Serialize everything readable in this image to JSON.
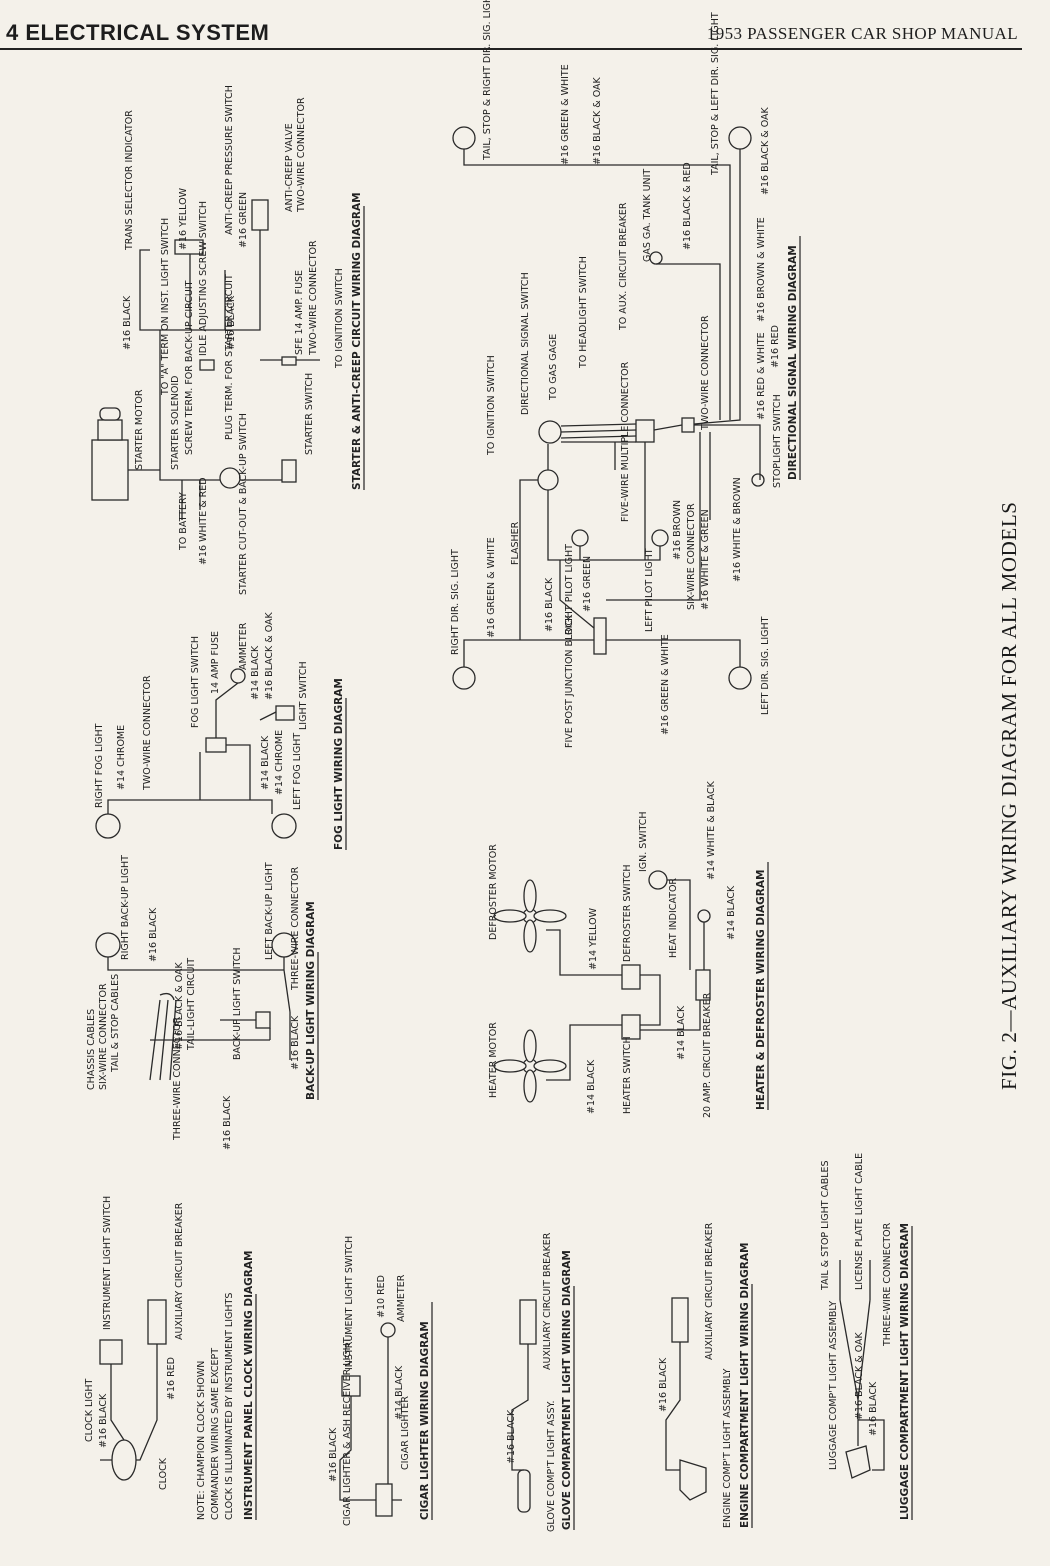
{
  "header": {
    "left": "4 ELECTRICAL SYSTEM",
    "right": "1953 PASSENGER CAR SHOP MANUAL"
  },
  "caption": "FIG. 2—AUXILIARY WIRING DIAGRAM FOR ALL MODELS",
  "diagrams": {
    "starter": {
      "title": "STARTER & ANTI-CREEP CIRCUIT WIRING DIAGRAM",
      "labels": [
        "TRANS SELECTOR INDICATOR",
        "ANTI-CREEP PRESSURE SWITCH",
        "ANTI-CREEP VALVE",
        "TWO-WIRE CONNECTOR",
        "#16 YELLOW",
        "#16 GREEN",
        "#16 BLACK",
        "TO \"A\" TERM ON INST. LIGHT SWITCH",
        "IDLE ADJUSTING SCREW SWITCH",
        "#16 BLACK",
        "SFE 14 AMP. FUSE",
        "TWO-WIRE CONNECTOR",
        "TO IGNITION SWITCH",
        "STARTER MOTOR",
        "STARTER SOLENOID",
        "SCREW TERM. FOR BACK-UP CIRCUIT",
        "PLUG TERM. FOR STARTER CIRCUIT",
        "STARTER SWITCH",
        "TO BATTERY",
        "#16 WHITE & RED",
        "STARTER CUT-OUT & BACK-UP SWITCH"
      ]
    },
    "directional": {
      "title": "DIRECTIONAL SIGNAL WIRING DIAGRAM",
      "labels": [
        "TAIL, STOP & RIGHT DIR. SIG. LIGHT",
        "#16 GREEN & WHITE",
        "#16 BLACK & OAK",
        "TAIL, STOP & LEFT DIR. SIG. LIGHT",
        "#16 BLACK & OAK",
        "GAS GA. TANK UNIT",
        "#16 BLACK & RED",
        "TO AUX. CIRCUIT BREAKER",
        "TO HEADLIGHT SWITCH",
        "TO GAS GAGE",
        "DIRECTIONAL SIGNAL SWITCH",
        "TO IGNITION SWITCH",
        "#16 BROWN & WHITE",
        "#16 RED",
        "TWO-WIRE CONNECTOR",
        "#16 RED & WHITE",
        "STOPLIGHT SWITCH",
        "FLASHER",
        "FIVE-WIRE MULTIPLE CONNECTOR",
        "#16 BROWN",
        "SIX-WIRE CONNECTOR",
        "#16 WHITE & GREEN",
        "#16 WHITE & BROWN",
        "RIGHT DIR. SIG. LIGHT",
        "#16 GREEN & WHITE",
        "#16 BLACK",
        "RIGHT PILOT LIGHT",
        "#16 GREEN",
        "LEFT PILOT LIGHT",
        "FIVE POST JUNCTION BLOCK",
        "#16 GREEN & WHITE",
        "LEFT DIR. SIG. LIGHT"
      ]
    },
    "fog": {
      "title": "FOG LIGHT WIRING DIAGRAM",
      "labels": [
        "RIGHT FOG LIGHT",
        "#14 CHROME",
        "TWO-WIRE CONNECTOR",
        "FOG LIGHT SWITCH",
        "14 AMP FUSE",
        "AMMETER",
        "#14 BLACK",
        "#16 BLACK & OAK",
        "LIGHT SWITCH",
        "#14 BLACK",
        "#14 CHROME",
        "LEFT FOG LIGHT"
      ]
    },
    "backup": {
      "title": "BACK-UP LIGHT WIRING DIAGRAM",
      "labels": [
        "RIGHT BACK-UP LIGHT",
        "#16 BLACK",
        "LEFT BACK-UP LIGHT",
        "THREE-WIRE CONNECTOR",
        "CHASSIS CABLES",
        "SIX-WIRE CONNECTOR",
        "TAIL & STOP CABLES",
        "#16 BLACK & OAK",
        "TAIL-LIGHT CIRCUIT",
        "BACK-UP LIGHT SWITCH",
        "#16 BLACK",
        "THREE-WIRE CONNECTOR",
        "#16 BLACK"
      ]
    },
    "heater": {
      "title": "HEATER & DEFROSTER WIRING DIAGRAM",
      "labels": [
        "DEFROSTER MOTOR",
        "IGN. SWITCH",
        "#14 WHITE & BLACK",
        "#14 YELLOW",
        "DEFROSTER SWITCH",
        "HEAT INDICATOR",
        "#14 BLACK",
        "HEATER MOTOR",
        "#14 BLACK",
        "#14 BLACK",
        "20 AMP. CIRCUIT BREAKER",
        "HEATER SWITCH"
      ]
    },
    "clock": {
      "title": "INSTRUMENT PANEL CLOCK WIRING DIAGRAM",
      "labels": [
        "INSTRUMENT LIGHT SWITCH",
        "AUXILIARY CIRCUIT BREAKER",
        "CLOCK LIGHT",
        "#16 BLACK",
        "#16 RED",
        "CLOCK",
        "NOTE: CHAMPION CLOCK SHOWN",
        "COMMANDER WIRING SAME EXCEPT",
        "CLOCK IS ILLUMINATED BY INSTRUMENT LIGHTS"
      ]
    },
    "cigar": {
      "title": "CIGAR LIGHTER WIRING DIAGRAM",
      "labels": [
        "INSTRUMENT LIGHT SWITCH",
        "#10 RED",
        "AMMETER",
        "#14 BLACK",
        "CIGAR LIGHTER",
        "#16 BLACK",
        "CIGAR LIGHTER & ASH RECEIVER LIGHT"
      ]
    },
    "glove": {
      "title": "GLOVE COMPARTMENT LIGHT WIRING DIAGRAM",
      "labels": [
        "AUXILIARY CIRCUIT BREAKER",
        "#16 BLACK",
        "GLOVE COMP'T LIGHT ASSY."
      ]
    },
    "engine": {
      "title": "ENGINE COMPARTMENT LIGHT WIRING DIAGRAM",
      "labels": [
        "AUXILIARY CIRCUIT BREAKER",
        "#16 BLACK",
        "ENGINE COMP'T LIGHT ASSEMBLY"
      ]
    },
    "luggage": {
      "title": "LUGGAGE COMPARTMENT LIGHT WIRING DIAGRAM",
      "labels": [
        "TAIL & STOP LIGHT CABLES",
        "LICENSE PLATE LIGHT CABLE",
        "THREE-WIRE CONNECTOR",
        "LUGGAGE COMP'T LIGHT ASSEMBLY",
        "#16 BLACK & OAK",
        "#16 BLACK"
      ]
    }
  }
}
